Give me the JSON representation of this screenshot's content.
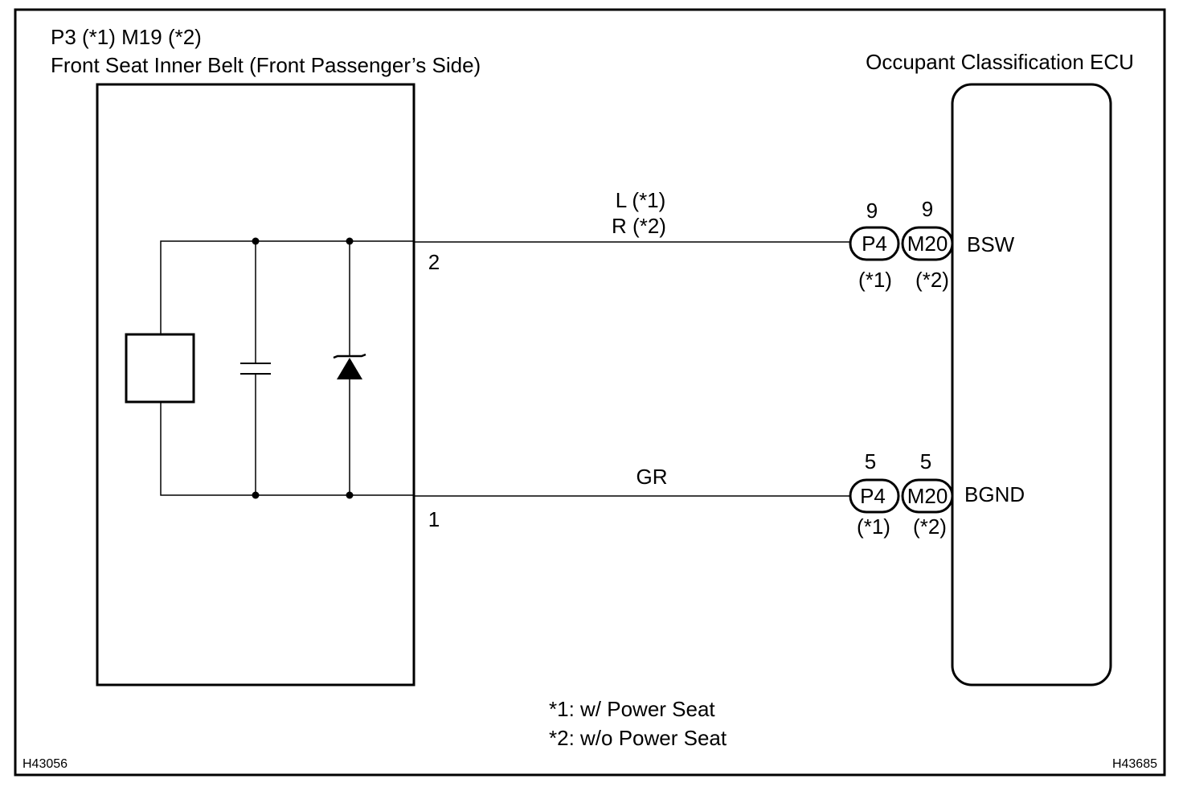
{
  "sensor": {
    "connector_ref": "P3 (*1) M19 (*2)",
    "name": "Front Seat Inner Belt (Front Passenger’s Side)"
  },
  "ecu": {
    "name": "Occupant Classification ECU"
  },
  "wires": {
    "top": {
      "color_label_1": "L (*1)",
      "color_label_2": "R (*2)",
      "sensor_pin": "2",
      "ecu_terminal": "BSW",
      "conn_a_pin": "9",
      "conn_a_name": "P4",
      "conn_a_variant": "(*1)",
      "conn_b_pin": "9",
      "conn_b_name": "M20",
      "conn_b_variant": "(*2)"
    },
    "bottom": {
      "color_label": "GR",
      "sensor_pin": "1",
      "ecu_terminal": "BGND",
      "conn_a_pin": "5",
      "conn_a_name": "P4",
      "conn_a_variant": "(*1)",
      "conn_b_pin": "5",
      "conn_b_name": "M20",
      "conn_b_variant": "(*2)"
    }
  },
  "notes": {
    "note1": "*1: w/ Power Seat",
    "note2": "*2: w/o Power Seat"
  },
  "codes": {
    "left": "H43056",
    "right": "H43685"
  }
}
